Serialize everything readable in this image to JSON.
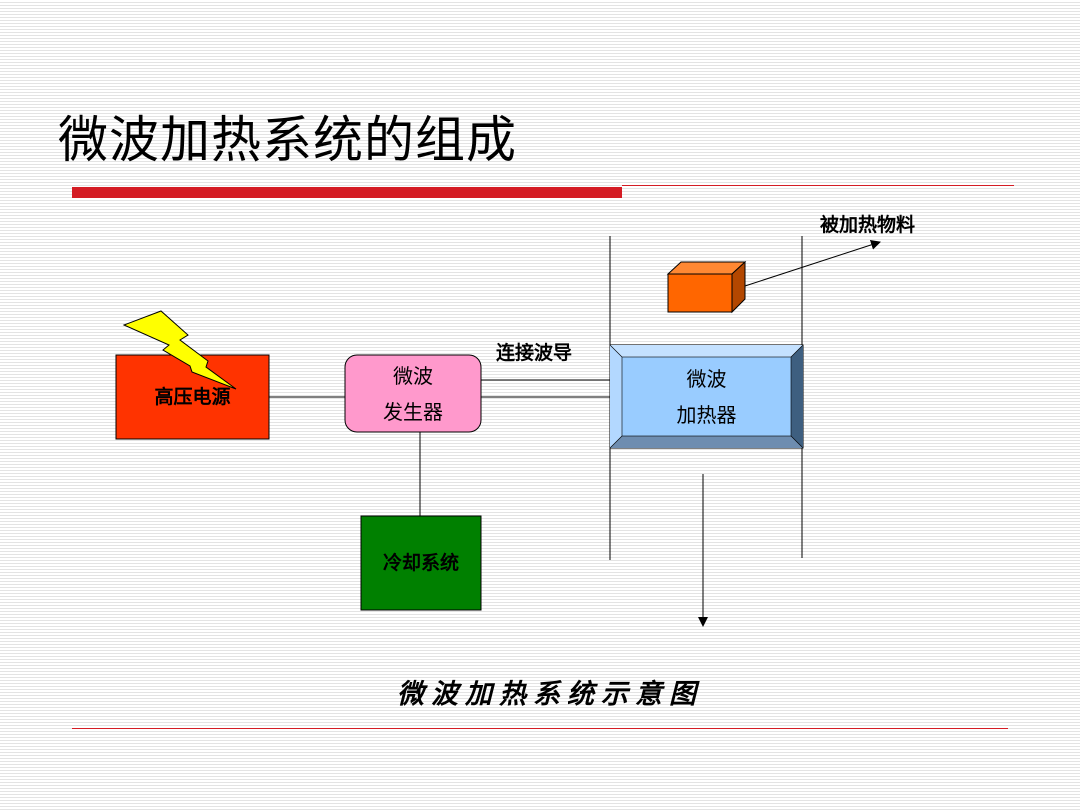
{
  "slide": {
    "title": "微波加热系统的组成",
    "caption": "微波加热系统示意图"
  },
  "diagram": {
    "power_supply": "高压电源",
    "generator": {
      "line1": "微波",
      "line2": "发生器"
    },
    "heater": {
      "line1": "微波",
      "line2": "加热器"
    },
    "cooling": "冷却系统",
    "waveguide_label": "连接波导",
    "material_label": "被加热物料"
  },
  "colors": {
    "accent_red": "#d41c24",
    "power_supply": "#ff3300",
    "generator": "#ff99cc",
    "heater": "#99ccff",
    "cooling": "#008000",
    "material": "#ff6600",
    "lightning": "#ffff00"
  },
  "icons": [
    "lightning-icon"
  ]
}
